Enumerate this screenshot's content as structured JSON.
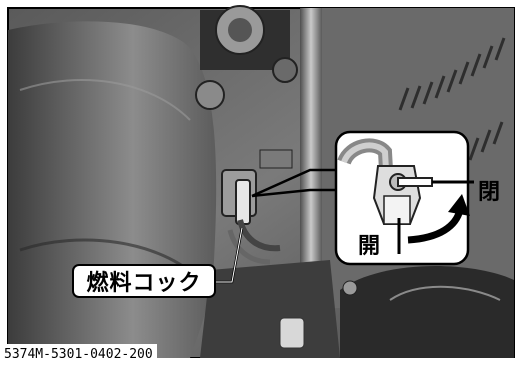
{
  "labels": {
    "fuel_cock": "燃料コック",
    "close": "閉",
    "open": "開",
    "figure_id": "5374M-5301-0402-200"
  },
  "colors": {
    "photo_dark": "#3a3a3a",
    "photo_mid": "#6e6e6e",
    "photo_light": "#a8a8a8",
    "inset_bg": "#ffffff",
    "line": "#000000"
  }
}
